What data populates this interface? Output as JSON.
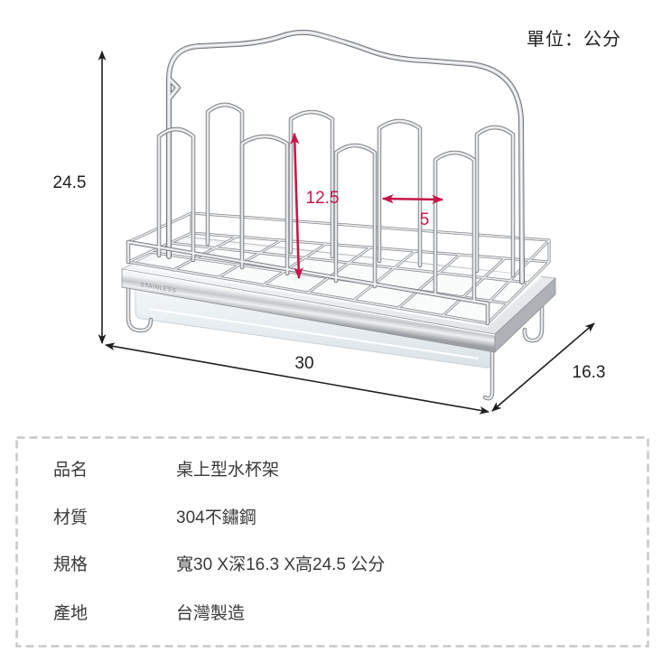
{
  "unit_label": "單位：公分",
  "dimension_labels": {
    "height": "24.5",
    "width": "30",
    "depth": "16.3",
    "holder_height": "12.5",
    "holder_spacing": "5"
  },
  "product_marking": "STAINLESS",
  "specs": [
    {
      "label": "品名",
      "value": "桌上型水杯架"
    },
    {
      "label": "材質",
      "value": "304不鏽鋼"
    },
    {
      "label": "規格",
      "value": "寬30 X深16.3 X高24.5 公分"
    },
    {
      "label": "產地",
      "value": "台灣製造"
    }
  ],
  "colors": {
    "accent": "#c8174a",
    "dimension_line": "#1e1e1e",
    "text": "#3a3a3a",
    "border": "#c8c8c8"
  }
}
